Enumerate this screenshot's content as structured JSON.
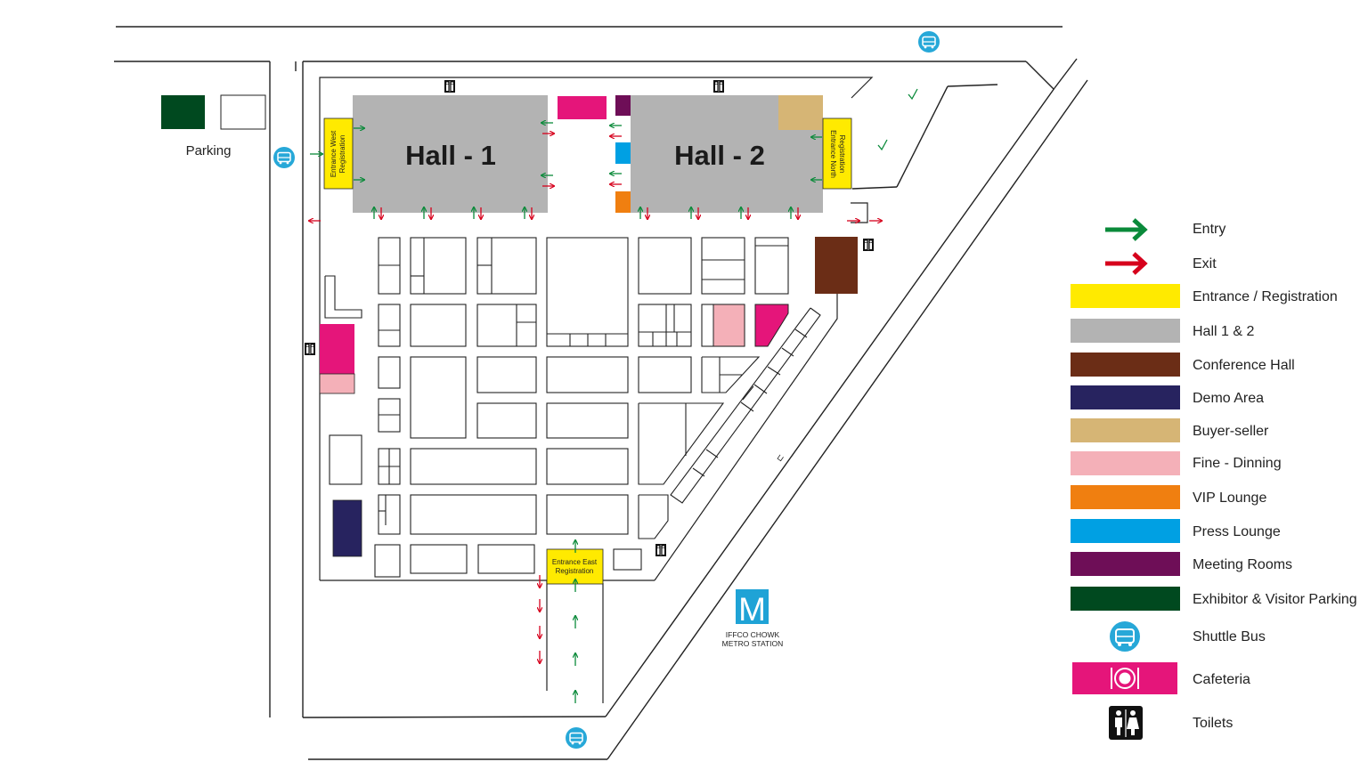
{
  "halls": {
    "hall1": "Hall - 1",
    "hall2": "Hall - 2"
  },
  "entrances": {
    "west": [
      "Entrance West",
      "Registration"
    ],
    "north": [
      "Entrance North",
      "Registration"
    ],
    "east": [
      "Entrance East",
      "Registration"
    ]
  },
  "parking": {
    "label": "Parking"
  },
  "metro": {
    "letter": "M",
    "line1": "IFFCO CHOWK",
    "line2": "METRO STATION"
  },
  "legend": {
    "entry": "Entry",
    "exit": "Exit",
    "entrance_registration": "Entrance / Registration",
    "halls": "Hall 1 & 2",
    "conference_hall": "Conference Hall",
    "demo_area": "Demo Area",
    "buyer_seller": "Buyer-seller",
    "fine_dining": "Fine - Dinning",
    "vip_lounge": "VIP Lounge",
    "press_lounge": "Press Lounge",
    "meeting_rooms": "Meeting Rooms",
    "parking": "Exhibitor & Visitor Parking",
    "shuttle_bus": "Shuttle Bus",
    "cafeteria": "Cafeteria",
    "toilets": "Toilets"
  },
  "colors": {
    "entry": "#0a8a3a",
    "exit": "#d6001c",
    "registration": "#ffea00",
    "hall": "#b3b3b3",
    "conference": "#6b2d16",
    "demo": "#27235f",
    "buyer_seller": "#d6b575",
    "fine_dining": "#f4b0b8",
    "vip": "#f07f10",
    "press": "#00a0e3",
    "meeting": "#6e0e57",
    "parking": "#00491f",
    "shuttle": "#27a8d8",
    "cafeteria": "#e5157a",
    "toilet": "#111111",
    "metro": "#1fa3d6"
  },
  "icons": [
    "shuttle-bus-icon",
    "cafeteria-icon",
    "toilets-icon",
    "metro-icon",
    "entry-arrow-icon",
    "exit-arrow-icon"
  ]
}
